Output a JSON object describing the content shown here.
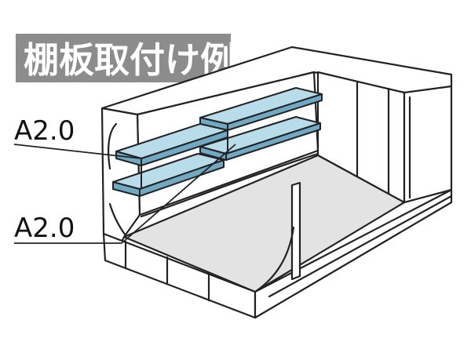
{
  "title": "棚板取付け例",
  "labels": {
    "upper": "A2.0",
    "lower": "A2.0"
  },
  "colors": {
    "title_bg": "#8c8c8c",
    "title_text": "#ffffff",
    "line": "#222222",
    "wall_fill": "#ffffff",
    "floor_fill": "#e3e3e3",
    "shelf_top": "#b9dcea",
    "shelf_front": "#6fa9c4",
    "label_text": "#111111"
  }
}
